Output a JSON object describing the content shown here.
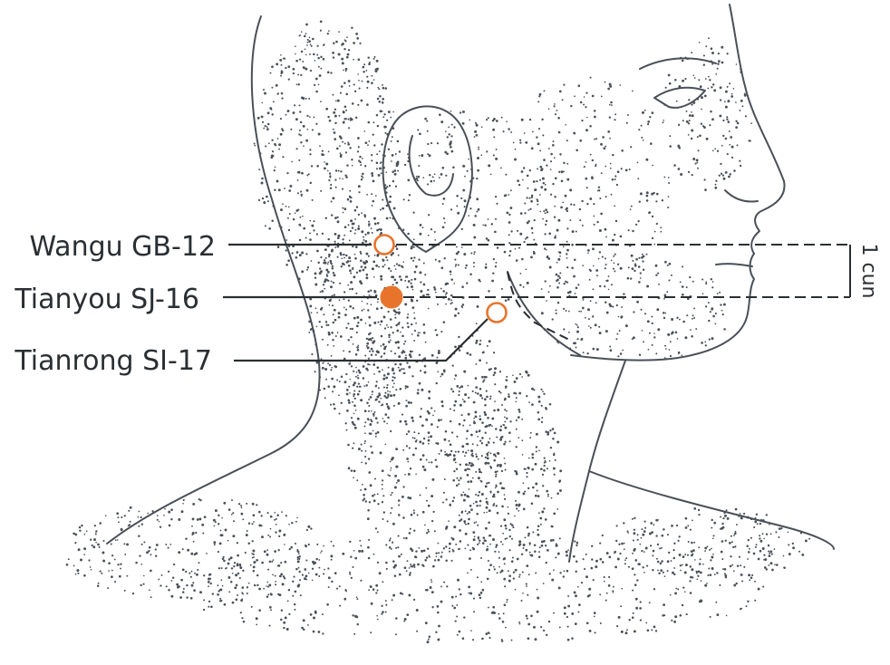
{
  "colors": {
    "ink": "#4a5058",
    "line": "#2a2f33",
    "point": "#e8742c",
    "background": "#ffffff"
  },
  "points": [
    {
      "id": "GB-12",
      "label": "Wangu GB-12",
      "style": "open"
    },
    {
      "id": "SJ-16",
      "label": "Tianyou SJ-16",
      "style": "filled"
    },
    {
      "id": "SI-17",
      "label": "Tianrong SI-17",
      "style": "open"
    }
  ],
  "measure": {
    "label": "1 cun"
  }
}
